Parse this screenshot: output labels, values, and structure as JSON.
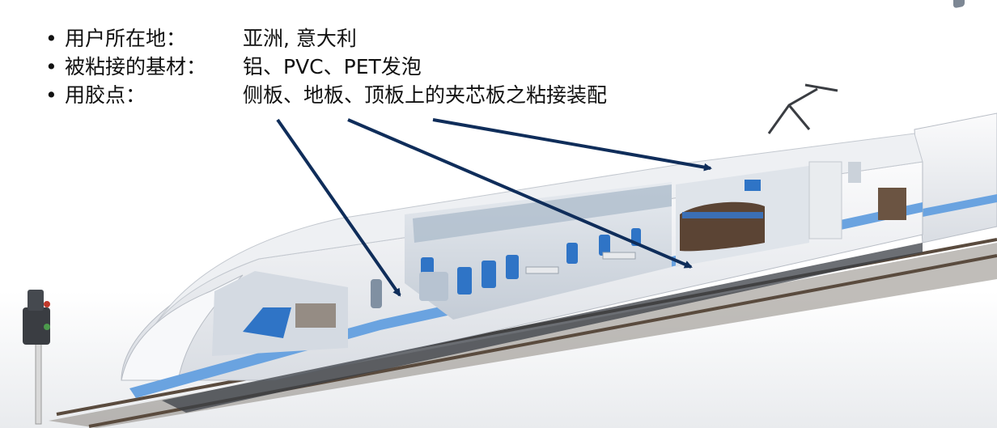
{
  "bullets": [
    {
      "marker": "•",
      "label": "用户所在地：",
      "value": "亚洲, 意大利"
    },
    {
      "marker": "•",
      "label": "被粘接的基材：",
      "value": "铝、PVC、PET发泡"
    },
    {
      "marker": "•",
      "label": "用胶点：",
      "value": "侧板、地板、顶板上的夹芯板之粘接装配"
    }
  ],
  "colors": {
    "arrow": "#0f2d5a",
    "train_body": "#f2f3f5",
    "accent_stripe": "#6aa3e0",
    "seat": "#2f74c6",
    "rail": "#5a4b3e"
  },
  "illustration": {
    "subject": "high-speed-train-cutaway"
  }
}
